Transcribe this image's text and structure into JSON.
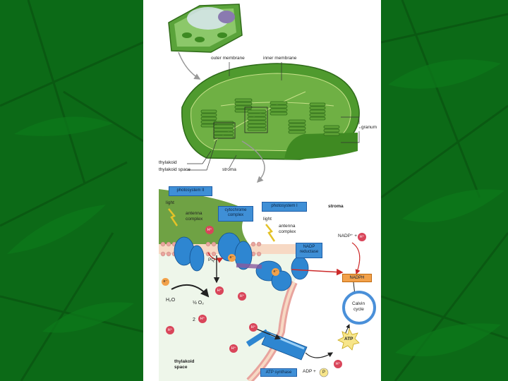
{
  "labels": {
    "outer_membrane": "outer membrane",
    "inner_membrane": "inner membrane",
    "granum": "granum",
    "thylakoid": "thylakoid",
    "thylakoid_space": "thylakoid space",
    "stroma": "stroma",
    "light_1": "light",
    "antenna_complex_1_line1": "antenna",
    "antenna_complex_1_line2": "complex",
    "light_2": "light",
    "antenna_complex_2_line1": "antenna",
    "antenna_complex_2_line2": "complex",
    "stroma_region": "stroma",
    "pq": "PQ",
    "h2o": "H₂O",
    "half_o2": "½ O₂",
    "two_h": "2",
    "nadp_plus": "NADP⁺ +",
    "calvin_line1": "Calvin",
    "calvin_line2": "cycle",
    "atp": "ATP",
    "adp": "ADP +",
    "p": "P",
    "thylakoid_space_bottom_line1": "thylakoid",
    "thylakoid_space_bottom_line2": "space",
    "electron": "e⁻",
    "proton": "H⁺"
  },
  "boxes": {
    "photosystem_ii": "photosystem II",
    "cytochrome_line1": "cytochrome",
    "cytochrome_line2": "complex",
    "photosystem_i": "photosystem I",
    "nadp_reductase_line1": "NADP",
    "nadp_reductase_line2": "reductase",
    "nadph": "NADPH",
    "atp_synthase": "ATP synthase"
  },
  "colors": {
    "background": "#0b6b16",
    "chloroplast": "#4f9a2e",
    "protein_blue": "#2e86d1",
    "proton_red": "#d9455a",
    "nadph_box": "#f2a14a",
    "arrow_red": "#cc2a2a",
    "lipid_head": "#e8a49e",
    "thylakoid_fill": "#6fa244"
  }
}
